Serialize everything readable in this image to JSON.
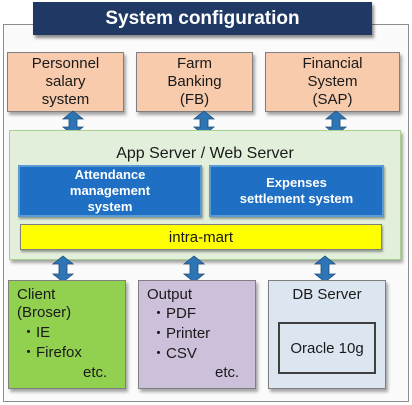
{
  "title": "System configuration",
  "top_systems": [
    {
      "label": "Personnel\nsalary\nsystem"
    },
    {
      "label": "Farm\nBanking\n(FB)"
    },
    {
      "label": "Financial\nSystem\n(SAP)"
    }
  ],
  "app_server": {
    "title": "App Server / Web Server",
    "modules": [
      {
        "label": "Attendance\nmanagement\nsystem"
      },
      {
        "label": "Expenses\nsettlement system"
      }
    ],
    "platform": "intra-mart"
  },
  "client": {
    "title": "Client\n(Broser)",
    "items": [
      "・IE",
      "・Firefox"
    ],
    "etc": "etc."
  },
  "output": {
    "title": "Output",
    "items": [
      "・PDF",
      "・Printer",
      "・CSV"
    ],
    "etc": "etc."
  },
  "db_server": {
    "title": "DB Server",
    "database": "Oracle 10g"
  },
  "colors": {
    "title_bg": "#1f3864",
    "top_box": "#f8cbad",
    "app_server": "#e2efda",
    "module": "#1f6fc4",
    "platform": "#ffff00",
    "client": "#92d050",
    "output": "#ccc0da",
    "db": "#dce6f1",
    "arrow": "#2e75b6"
  }
}
